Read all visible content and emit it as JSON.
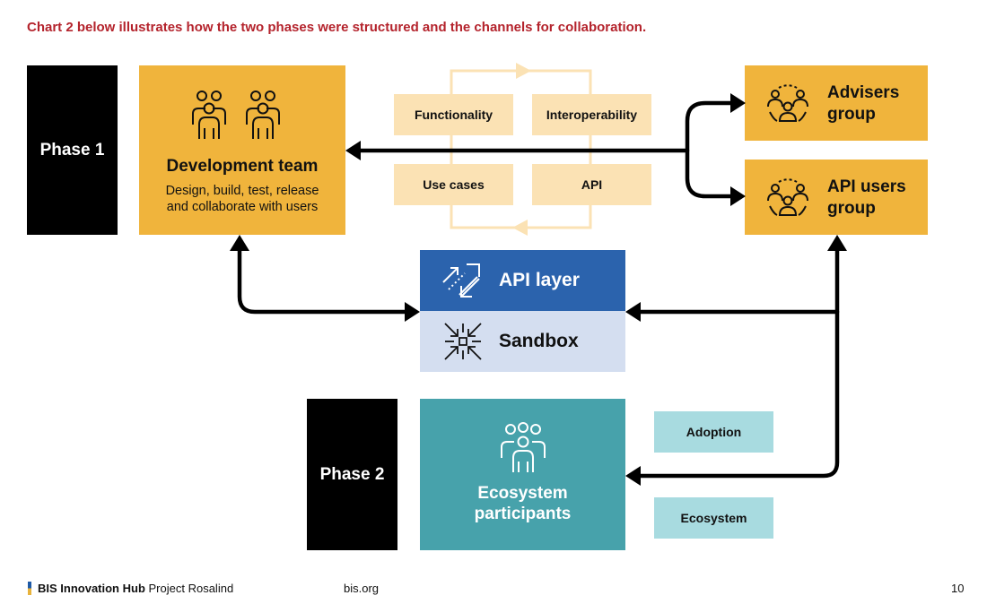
{
  "intro": "Chart 2 below illustrates how the two phases were structured and the channels for collaboration.",
  "phase1": {
    "label": "Phase 1"
  },
  "phase2": {
    "label": "Phase 2"
  },
  "development_team": {
    "title": "Development team",
    "subtitle_line1": "Design, build, test, release",
    "subtitle_line2": "and collaborate with users",
    "icon": "people-group-icon"
  },
  "cycle": {
    "items": [
      "Functionality",
      "Interoperability",
      "Use cases",
      "API"
    ]
  },
  "groups": {
    "advisers": {
      "line1": "Advisers",
      "line2": "group",
      "icon": "people-circle-icon"
    },
    "api_users": {
      "line1": "API users",
      "line2": "group",
      "icon": "people-circle-icon"
    }
  },
  "api_layer": {
    "label": "API layer",
    "icon": "arrows-exchange-icon"
  },
  "sandbox": {
    "label": "Sandbox",
    "icon": "arrows-converge-icon"
  },
  "ecosystem": {
    "line1": "Ecosystem",
    "line2": "participants",
    "icon": "people-group-icon"
  },
  "tags": {
    "adoption": "Adoption",
    "ecosystem": "Ecosystem"
  },
  "footer": {
    "brand": "BIS Innovation Hub",
    "project": "Project Rosalind",
    "site": "bis.org",
    "page": "10"
  },
  "colors": {
    "intro": "#b4232c",
    "gold": "#f0b43c",
    "beige": "#fbe2b4",
    "api_blue": "#2b63ad",
    "sandbox": "#d4def0",
    "teal": "#47a2ab",
    "teal_light": "#a8dbe0"
  }
}
